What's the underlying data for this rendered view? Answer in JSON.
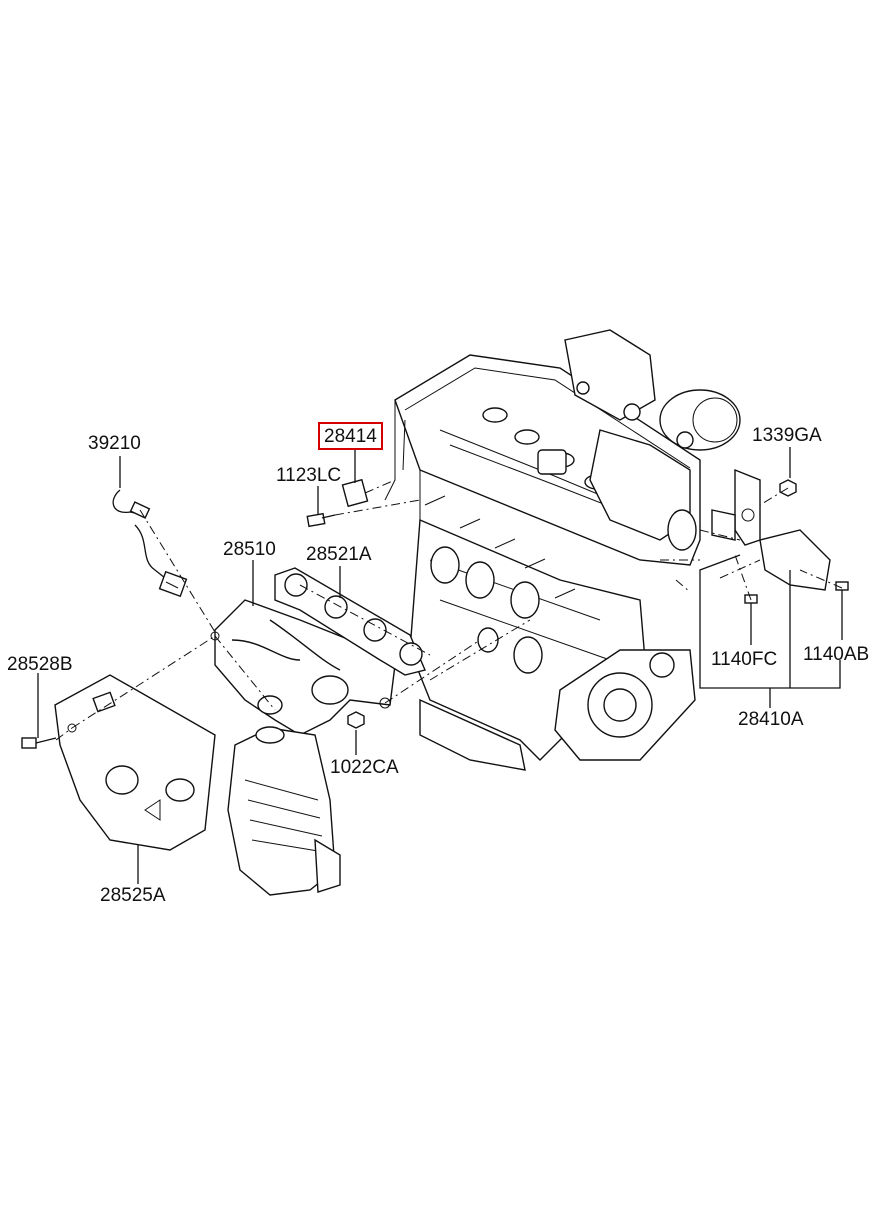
{
  "diagram": {
    "highlighted_part": "28414",
    "labels": {
      "p39210": "39210",
      "p28414": "28414",
      "p1123LC": "1123LC",
      "p28510": "28510",
      "p28521A": "28521A",
      "p28528B": "28528B",
      "p1022CA": "1022CA",
      "p28525A": "28525A",
      "p1339GA": "1339GA",
      "p1140FC": "1140FC",
      "p1140AB": "1140AB",
      "p28410A": "28410A"
    },
    "colors": {
      "highlight": "#d40000",
      "line": "#111111",
      "background": "#ffffff"
    }
  }
}
